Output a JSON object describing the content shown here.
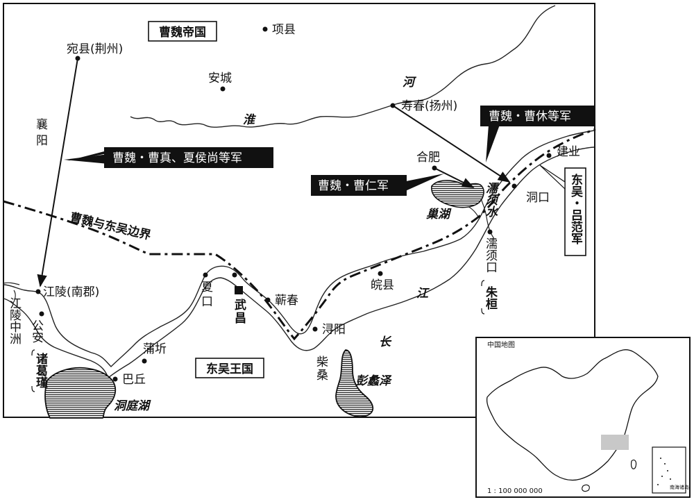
{
  "kingdoms": {
    "wei": "曹魏帝国",
    "wu": "东吴王国"
  },
  "places": {
    "xiangxian": "项县",
    "wanxian": "宛县(荆州)",
    "ancheng": "安城",
    "shouchun": "寿春(扬州)",
    "hefei": "合肥",
    "jianye": "建业",
    "dongkou": "洞口",
    "xiangyang": "襄阳",
    "jiangling": "江陵(南郡)",
    "gongan": "公安",
    "xiakou": "夏口",
    "wuchang": "武昌",
    "qichun": "蕲春",
    "wanxian2": "皖县",
    "xunyang": "浔阳",
    "puqi": "蒲圻",
    "baqiu": "巴丘",
    "chaisang": "柴桑",
    "ruxukou": "濡须口"
  },
  "water": {
    "huai": "淮",
    "he": "河",
    "chaohu": "巢湖",
    "ruxushui": "濡须水",
    "jiang": "江",
    "chang": "长",
    "dongtinghu": "洞庭湖",
    "pengli": "彭蠡泽",
    "jiangling_zhongzhou": "江陵中洲"
  },
  "annotations": {
    "zhugejin": "诸葛瑾",
    "zhuhuan": "朱桓"
  },
  "armies": {
    "caozhen": "曹魏・曹真、夏侯尚等军",
    "caoxiu": "曹魏・曹休等军",
    "caoren": "曹魏・曹仁军",
    "lvfan": "东吴・吕范军"
  },
  "border_label": "曹魏与东吴边界",
  "inset": {
    "title": "中国地图",
    "scale": "1 : 100 000 000",
    "south_sea": "南海诸岛"
  }
}
